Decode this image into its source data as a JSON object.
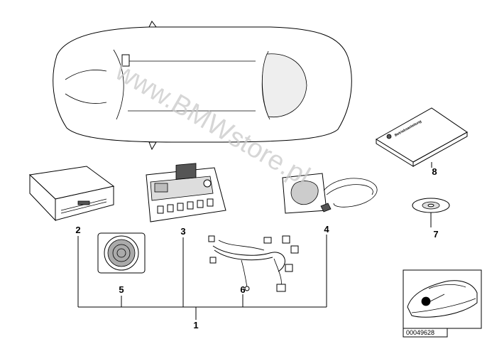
{
  "watermark": "www.BMWstore.pl",
  "reference_number": "00049628",
  "manual_title": "Betriebsanleitung",
  "callouts": {
    "kit": "1",
    "navigation_computer": "2",
    "monitor_panel": "3",
    "gps_antenna": "4",
    "loudspeaker": "5",
    "wiring_harness": "6",
    "navigation_cd": "7",
    "operating_manual": "8"
  }
}
